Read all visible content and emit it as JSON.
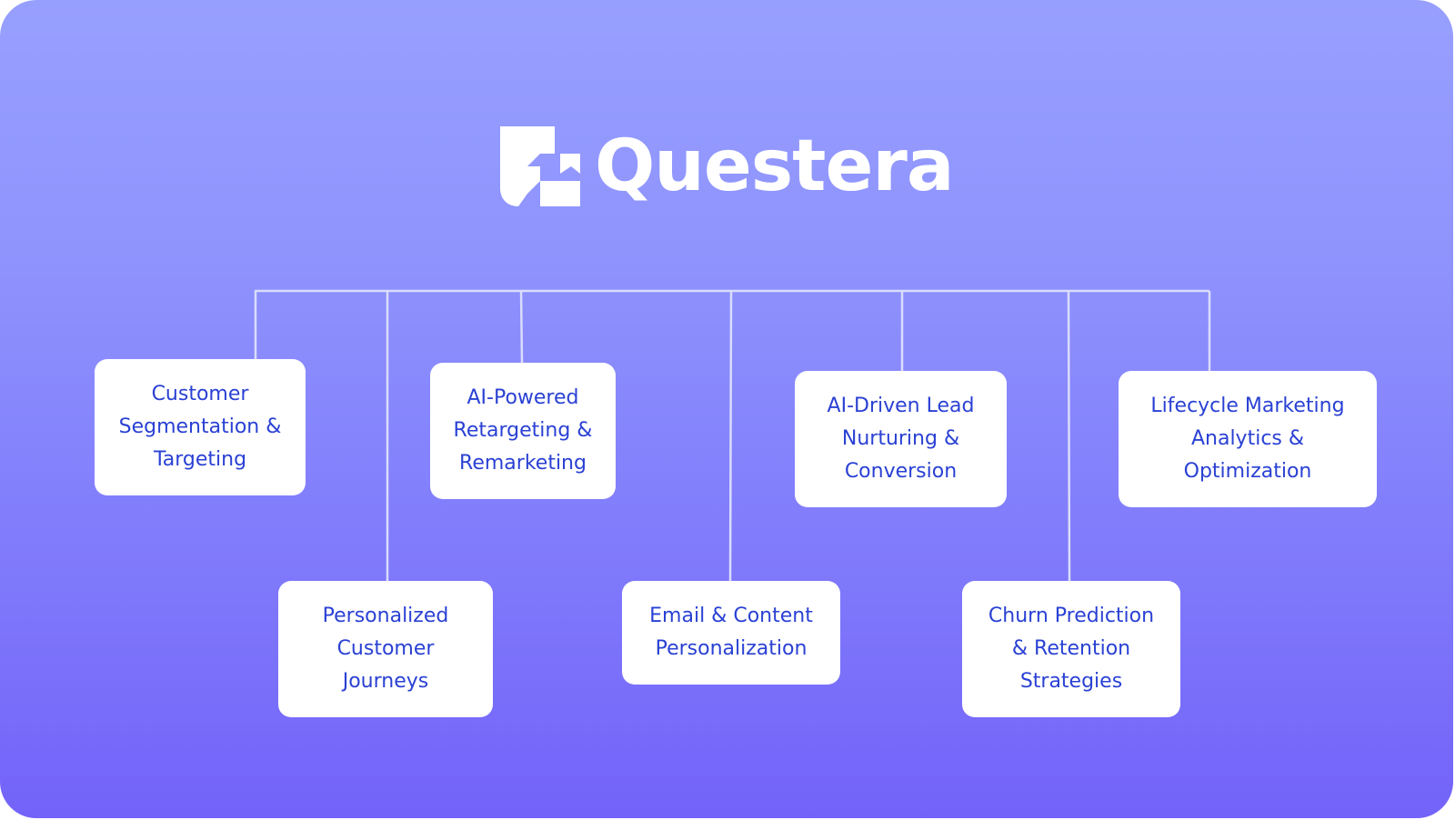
{
  "brand": {
    "name": "Questera",
    "logo_icon": "questera-logo-icon",
    "colors": {
      "background_top": "#979ffe",
      "background_bottom": "#7363f9",
      "node_text": "#2a41d4",
      "node_fill": "#ffffff",
      "connector": "#d9dcfb"
    }
  },
  "diagram": {
    "nodes": [
      {
        "id": "customer-segmentation",
        "label": "Customer\nSegmentation &\nTargeting"
      },
      {
        "id": "personalized-journeys",
        "label": "Personalized\nCustomer\nJourneys"
      },
      {
        "id": "ai-retargeting",
        "label": "AI-Powered\nRetargeting &\nRemarketing"
      },
      {
        "id": "email-content",
        "label": "Email & Content\nPersonalization"
      },
      {
        "id": "ai-lead-nurturing",
        "label": "AI-Driven Lead\nNurturing &\nConversion"
      },
      {
        "id": "churn-prediction",
        "label": "Churn Prediction\n& Retention\nStrategies"
      },
      {
        "id": "lifecycle-analytics",
        "label": "Lifecycle Marketing\nAnalytics &\nOptimization"
      }
    ]
  }
}
